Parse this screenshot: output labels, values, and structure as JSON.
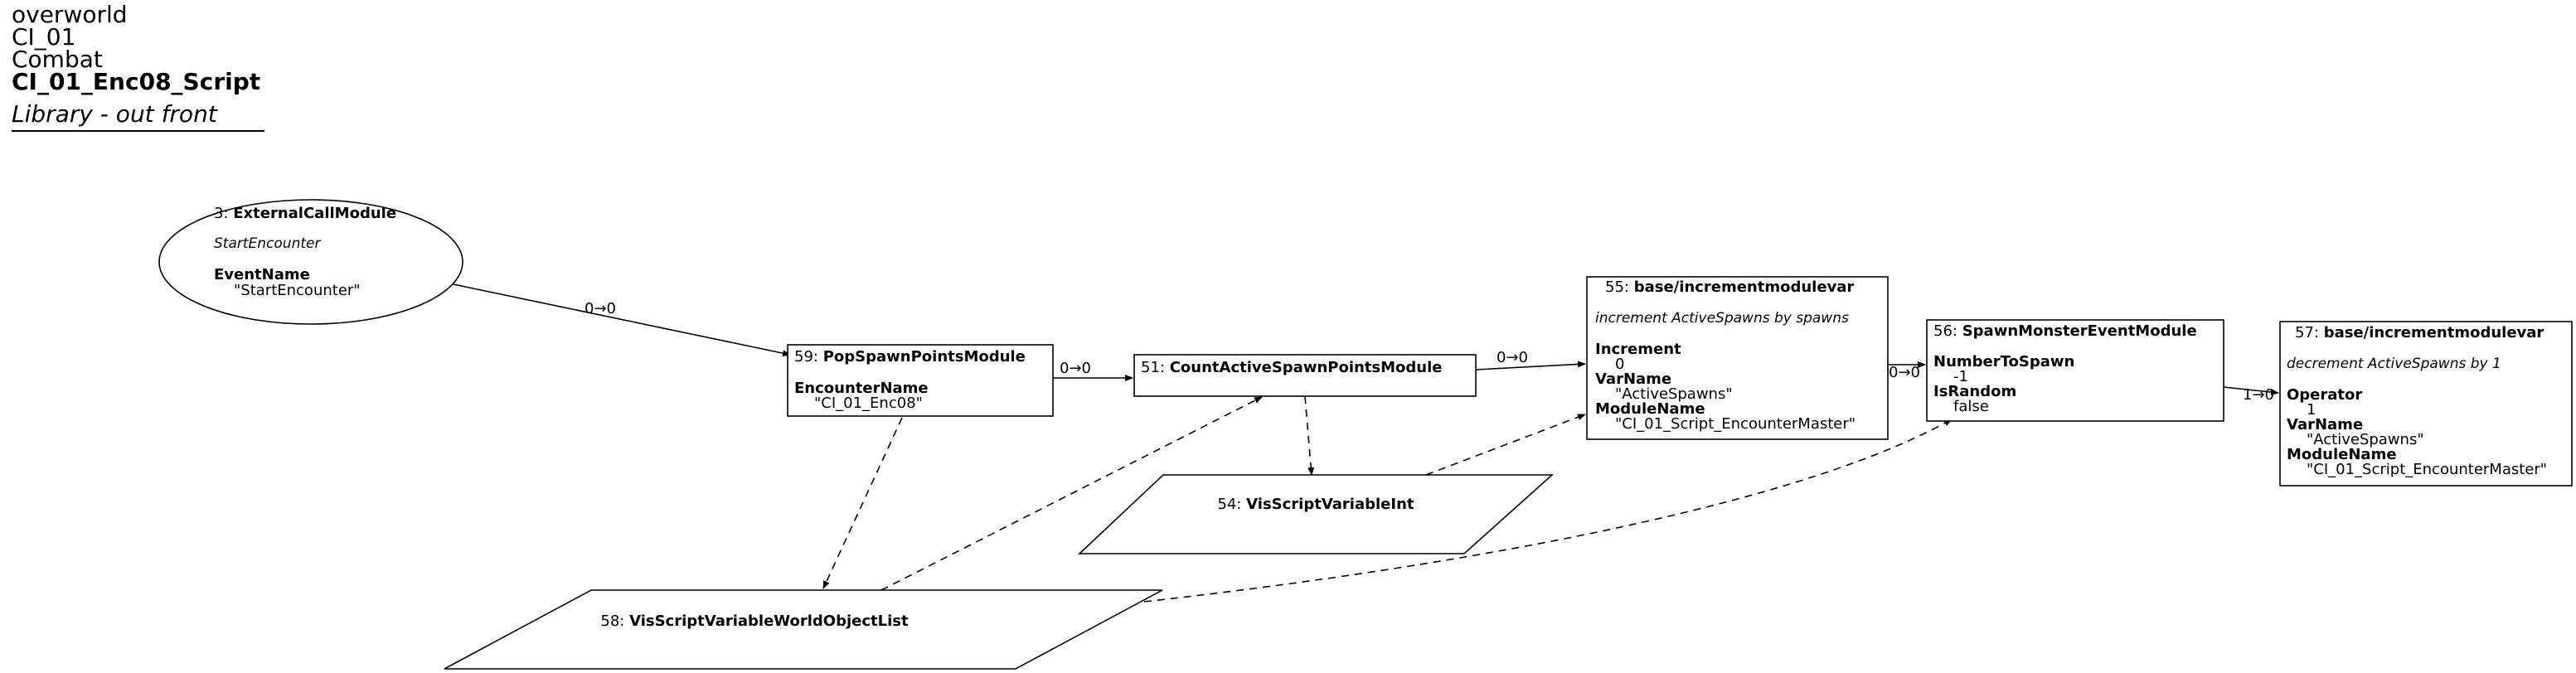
{
  "header": {
    "world": "overworld",
    "level": "CI_01",
    "category": "Combat",
    "script": "CI_01_Enc08_Script",
    "location": "Library - out front"
  },
  "nodes": {
    "n3": {
      "id": "3: ",
      "type": "ExternalCallModule",
      "comment": "StartEncounter",
      "props": [
        {
          "name": "EventName",
          "value": "\"StartEncounter\""
        }
      ]
    },
    "n59": {
      "id": "59: ",
      "type": "PopSpawnPointsModule",
      "props": [
        {
          "name": "EncounterName",
          "value": "\"CI_01_Enc08\""
        }
      ]
    },
    "n51": {
      "id": "51: ",
      "type": "CountActiveSpawnPointsModule"
    },
    "n55": {
      "id": "55: ",
      "type": "base/incrementmodulevar",
      "comment": "increment ActiveSpawns by spawns",
      "props": [
        {
          "name": "Increment",
          "value": "0"
        },
        {
          "name": "VarName",
          "value": "\"ActiveSpawns\""
        },
        {
          "name": "ModuleName",
          "value": "\"CI_01_Script_EncounterMaster\""
        }
      ]
    },
    "n56": {
      "id": "56: ",
      "type": "SpawnMonsterEventModule",
      "props": [
        {
          "name": "NumberToSpawn",
          "value": "-1"
        },
        {
          "name": "IsRandom",
          "value": "false"
        }
      ]
    },
    "n57": {
      "id": "57: ",
      "type": "base/incrementmodulevar",
      "comment": "decrement ActiveSpawns by 1",
      "props": [
        {
          "name": "Operator",
          "value": "1"
        },
        {
          "name": "VarName",
          "value": "\"ActiveSpawns\""
        },
        {
          "name": "ModuleName",
          "value": "\"CI_01_Script_EncounterMaster\""
        }
      ]
    },
    "n54": {
      "id": "54: ",
      "type": "VisScriptVariableInt"
    },
    "n58": {
      "id": "58: ",
      "type": "VisScriptVariableWorldObjectList"
    }
  },
  "edges": {
    "e3_59": "0→0",
    "e59_51": "0→0",
    "e51_55": "0→0",
    "e55_56": "0→0",
    "e56_57": "1→0"
  }
}
